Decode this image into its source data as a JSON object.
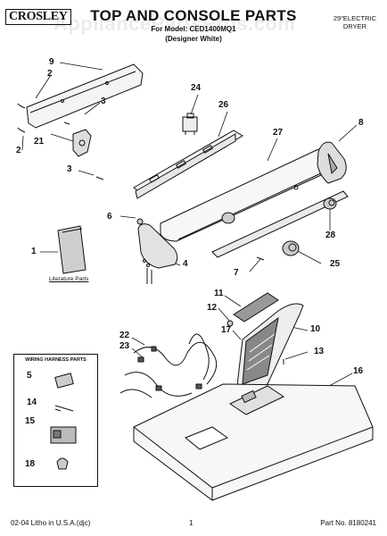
{
  "header": {
    "brand": "CROSLEY",
    "title": "TOP AND CONSOLE PARTS",
    "model_line": "For Model: CED1400MQ1",
    "variant": "(Designer White)",
    "product_line1": "29\"ELECTRIC",
    "product_line2": "DRYER",
    "watermark": "AppliancePartsPros.com"
  },
  "callouts": [
    "9",
    "2",
    "3",
    "2",
    "21",
    "3",
    "24",
    "26",
    "8",
    "27",
    "6",
    "1",
    "4",
    "28",
    "7",
    "25",
    "11",
    "12",
    "10",
    "17",
    "22",
    "23",
    "13",
    "16",
    "5",
    "14",
    "15",
    "18"
  ],
  "literature_label": "Literature Parts",
  "wiring_box_title": "WIRING HARNESS PARTS",
  "footer": {
    "left": "02-04 Litho in U.S.A.(djc)",
    "center": "1",
    "right": "Part No. 8180241"
  }
}
